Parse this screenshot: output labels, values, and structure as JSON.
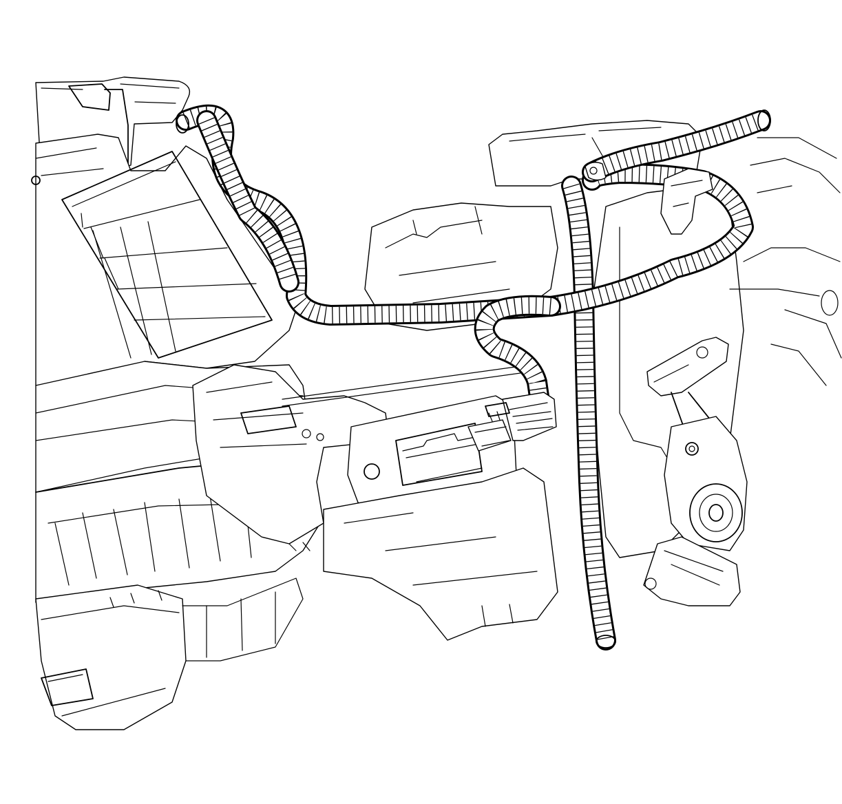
{
  "figure": {
    "title": "",
    "parts": [
      {
        "name": "hvac-module-case",
        "icon": "hvac-case-drawing"
      },
      {
        "name": "blend-door-housing",
        "icon": "housing-drawing"
      },
      {
        "name": "blower-motor-resistor",
        "icon": "resistor-drawing"
      },
      {
        "name": "resistor-electrical-connector",
        "icon": "connector-drawing"
      },
      {
        "name": "wiring-harness-conduit",
        "icon": "convoluted-conduit-drawing"
      },
      {
        "name": "harness-retainer-clip",
        "icon": "clip-drawing"
      },
      {
        "name": "mode-door-actuator",
        "icon": "actuator-drawing"
      },
      {
        "name": "actuator-linkage-arm",
        "icon": "lever-drawing"
      }
    ],
    "colors": {
      "line": "#000000",
      "background": "#ffffff"
    }
  }
}
